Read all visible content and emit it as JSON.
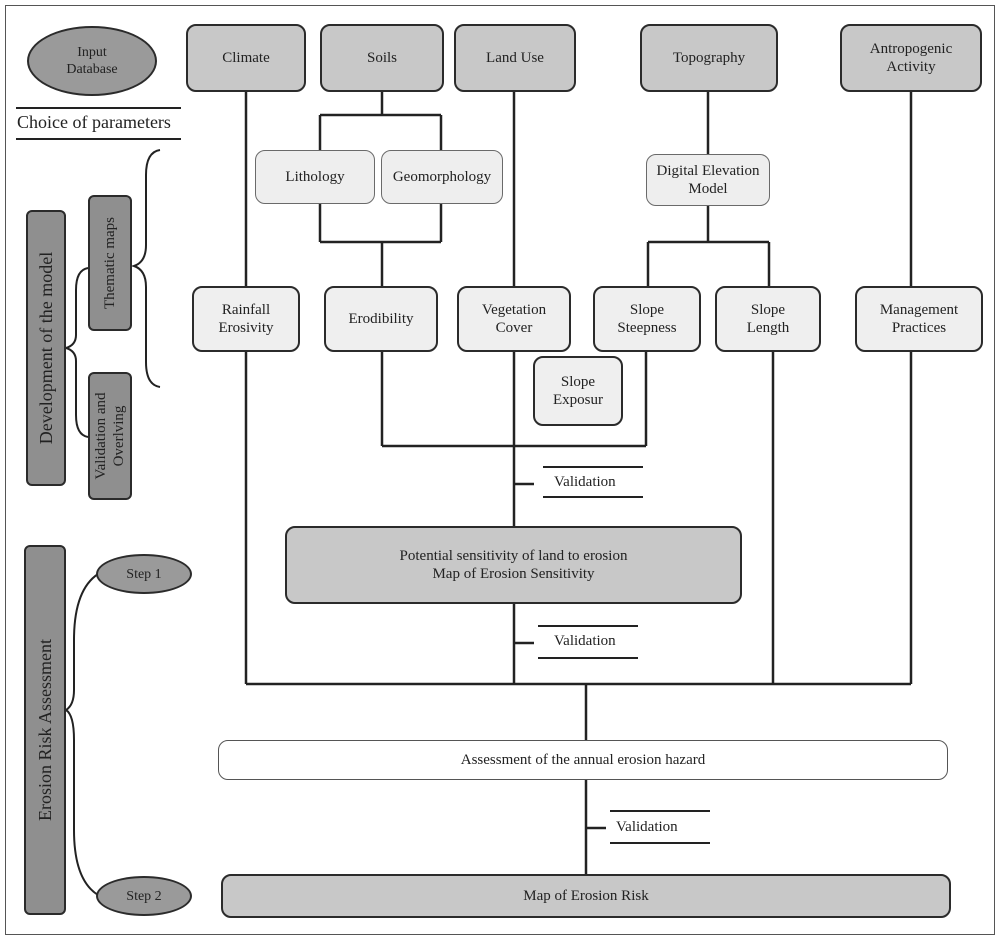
{
  "side": {
    "input_database": "Input\nDatabase",
    "choice_of_parameters": "Choice of parameters",
    "development_of_the_model": "Development of the model",
    "thematic_maps": "Thematic maps",
    "validation_and_overlving": "Validation and\nOverlving",
    "erosion_risk_assessment": "Erosion Risk Assessment",
    "step1": "Step 1",
    "step2": "Step 2"
  },
  "inputs": {
    "climate": "Climate",
    "soils": "Soils",
    "land_use": "Land Use",
    "topography": "Topography",
    "antropogenic_activity": "Antropogenic\nActivity"
  },
  "sub": {
    "lithology": "Lithology",
    "geomorphology": "Geomorphology",
    "dem": "Digital Elevation\nModel"
  },
  "factors": {
    "rainfall_erosivity": "Rainfall\nErosivity",
    "erodibility": "Erodibility",
    "vegetation_cover": "Vegetation\nCover",
    "slope_steepness": "Slope\nSteepness",
    "slope_length": "Slope\nLength",
    "management_practices": "Management\nPractices",
    "slope_exposur": "Slope\nExposur"
  },
  "validation": {
    "v1": "Validation",
    "v2": "Validation",
    "v3": "Validation"
  },
  "outputs": {
    "sensitivity": "Potential sensitivity of  land to erosion\nMap of Erosion Sensitivity",
    "annual_hazard": "Assessment of the annual erosion hazard",
    "erosion_risk_map": "Map of Erosion Risk"
  }
}
